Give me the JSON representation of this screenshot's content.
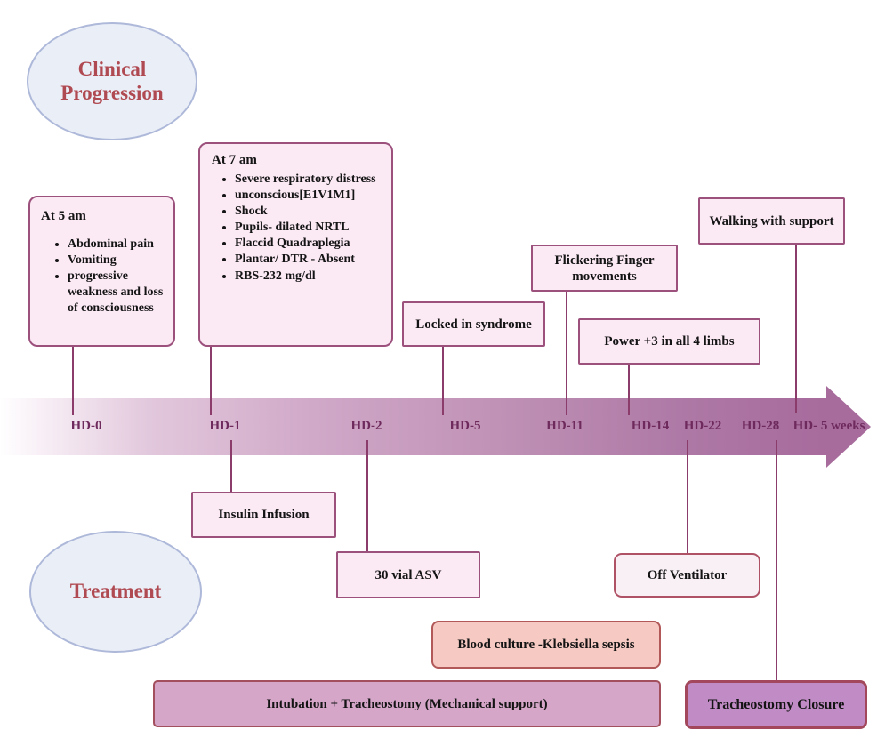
{
  "sections": {
    "clinical_label": "Clinical Progression",
    "treatment_label": "Treatment"
  },
  "timeline": {
    "labels": [
      "HD-0",
      "HD-1",
      "HD-2",
      "HD-5",
      "HD-11",
      "HD-14",
      "HD-22",
      "HD-28",
      "HD- 5 weeks"
    ]
  },
  "clinical_events": {
    "at_5am": {
      "title": "At 5 am",
      "bullets": [
        "Abdominal pain",
        "Vomiting",
        "progressive weakness and loss of consciousness"
      ]
    },
    "at_7am": {
      "title": "At 7 am",
      "bullets": [
        "Severe respiratory distress",
        "unconscious[E1V1M1]",
        "Shock",
        "Pupils- dilated NRTL",
        "Flaccid Quadraplegia",
        "Plantar/ DTR - Absent",
        "RBS-232 mg/dl"
      ]
    },
    "locked_in_syndrome": "Locked in syndrome",
    "flickering_fingers": "Flickering Finger movements",
    "power_limbs": "Power +3 in all 4 limbs",
    "walking_support": "Walking with support"
  },
  "treatments": {
    "insulin_infusion": "Insulin Infusion",
    "asv": "30 vial ASV",
    "off_ventilator": "Off Ventilator",
    "blood_culture": "Blood culture -Klebsiella sepsis",
    "intubation": "Intubation + Tracheostomy (Mechanical support)",
    "tracheostomy_closure": "Tracheostomy Closure"
  },
  "colors": {
    "event_box_fill": "#fbe9f4",
    "event_box_border": "#9c517d",
    "timeline_gradient_start": "#ffffff",
    "timeline_gradient_end": "#a76b9c",
    "timeline_label_text": "#6e2a5c",
    "connector_line": "#8c3c6b",
    "stage_ellipse_fill": "#eaeef7",
    "stage_ellipse_border": "#aeb9da",
    "stage_text": "#b04a52",
    "off_ventilator_fill": "#f8f0f5",
    "blood_culture_fill": "#f6cac3",
    "intubation_fill": "#d5a6c8",
    "tracheostomy_closure_fill": "#c18cc5"
  }
}
